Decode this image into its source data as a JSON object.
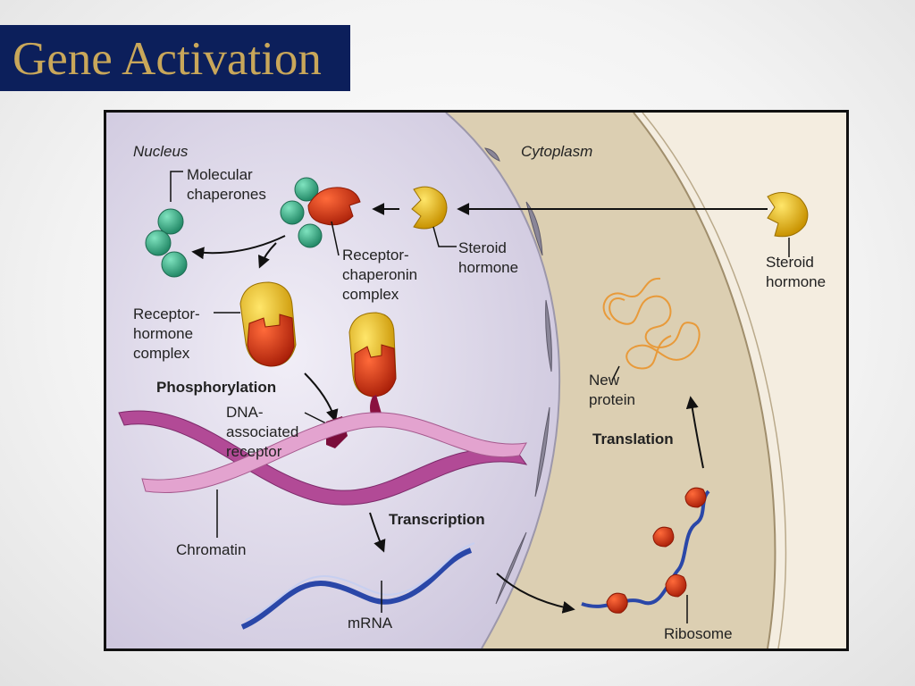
{
  "slide": {
    "title": "Gene Activation"
  },
  "diagram": {
    "regions": {
      "nucleus": "Nucleus",
      "cytoplasm": "Cytoplasm"
    },
    "labels": {
      "molecular_chaperones": [
        "Molecular",
        "chaperones"
      ],
      "receptor_chaperonin_complex": [
        "Receptor-",
        "chaperonin",
        "complex"
      ],
      "steroid_hormone_inner": [
        "Steroid",
        "hormone"
      ],
      "steroid_hormone_outer": [
        "Steroid",
        "hormone"
      ],
      "receptor_hormone_complex": [
        "Receptor-",
        "hormone",
        "complex"
      ],
      "phosphorylation": "Phosphorylation",
      "dna_associated_receptor": [
        "DNA-",
        "associated",
        "receptor"
      ],
      "chromatin": "Chromatin",
      "transcription": "Transcription",
      "mrna": "mRNA",
      "new_protein": [
        "New",
        "protein"
      ],
      "translation": "Translation",
      "ribosome": "Ribosome"
    },
    "colors": {
      "nucleus": "#e4e0ee",
      "cytoplasm": "#ddd2b8",
      "hormone": "#e8b81a",
      "receptor": "#cc2a10",
      "chaperone": "#3fae8a",
      "chromatin": "#b0408f",
      "mrna": "#2a47a8",
      "protein": "#e89a3a"
    }
  }
}
